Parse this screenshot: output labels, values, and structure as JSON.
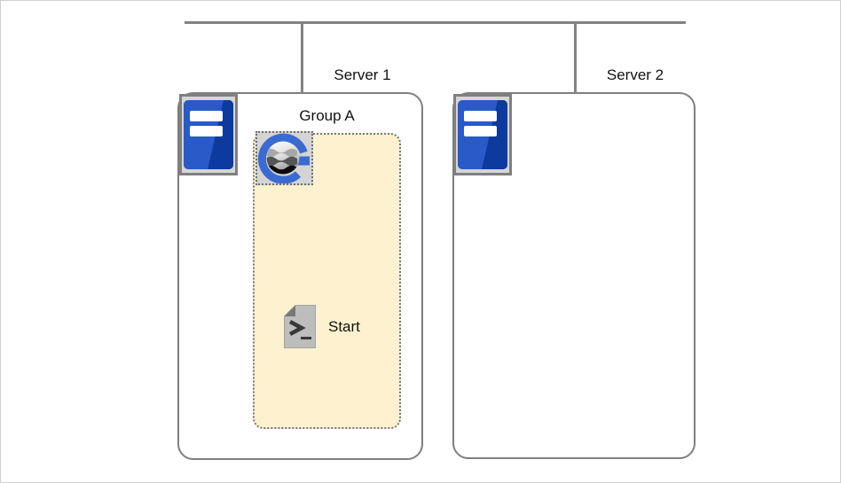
{
  "diagram_title": "server-deployment-topology",
  "servers": [
    {
      "label": "Server 1",
      "icon": "server-icon",
      "groups": [
        {
          "label": "Group A",
          "badge_icon": "genero-logo-icon",
          "items": [
            {
              "label": "Start",
              "icon": "shell-script-icon"
            }
          ]
        }
      ]
    },
    {
      "label": "Server 2",
      "icon": "server-icon",
      "groups": []
    }
  ],
  "colors": {
    "network_line_gray": "#828282",
    "node_border_gray": "#7f7f7f",
    "group_fill_cream": "#fdf1cf",
    "group_border_dotted": "#757575",
    "server_icon_blue": "#2a59c8",
    "server_icon_blue_dark": "#0d3a9e",
    "logo_blue": "#3b6bd1",
    "icon_tile_gray": "#d4d4d4",
    "script_icon_gray": "#bdbdbd"
  }
}
